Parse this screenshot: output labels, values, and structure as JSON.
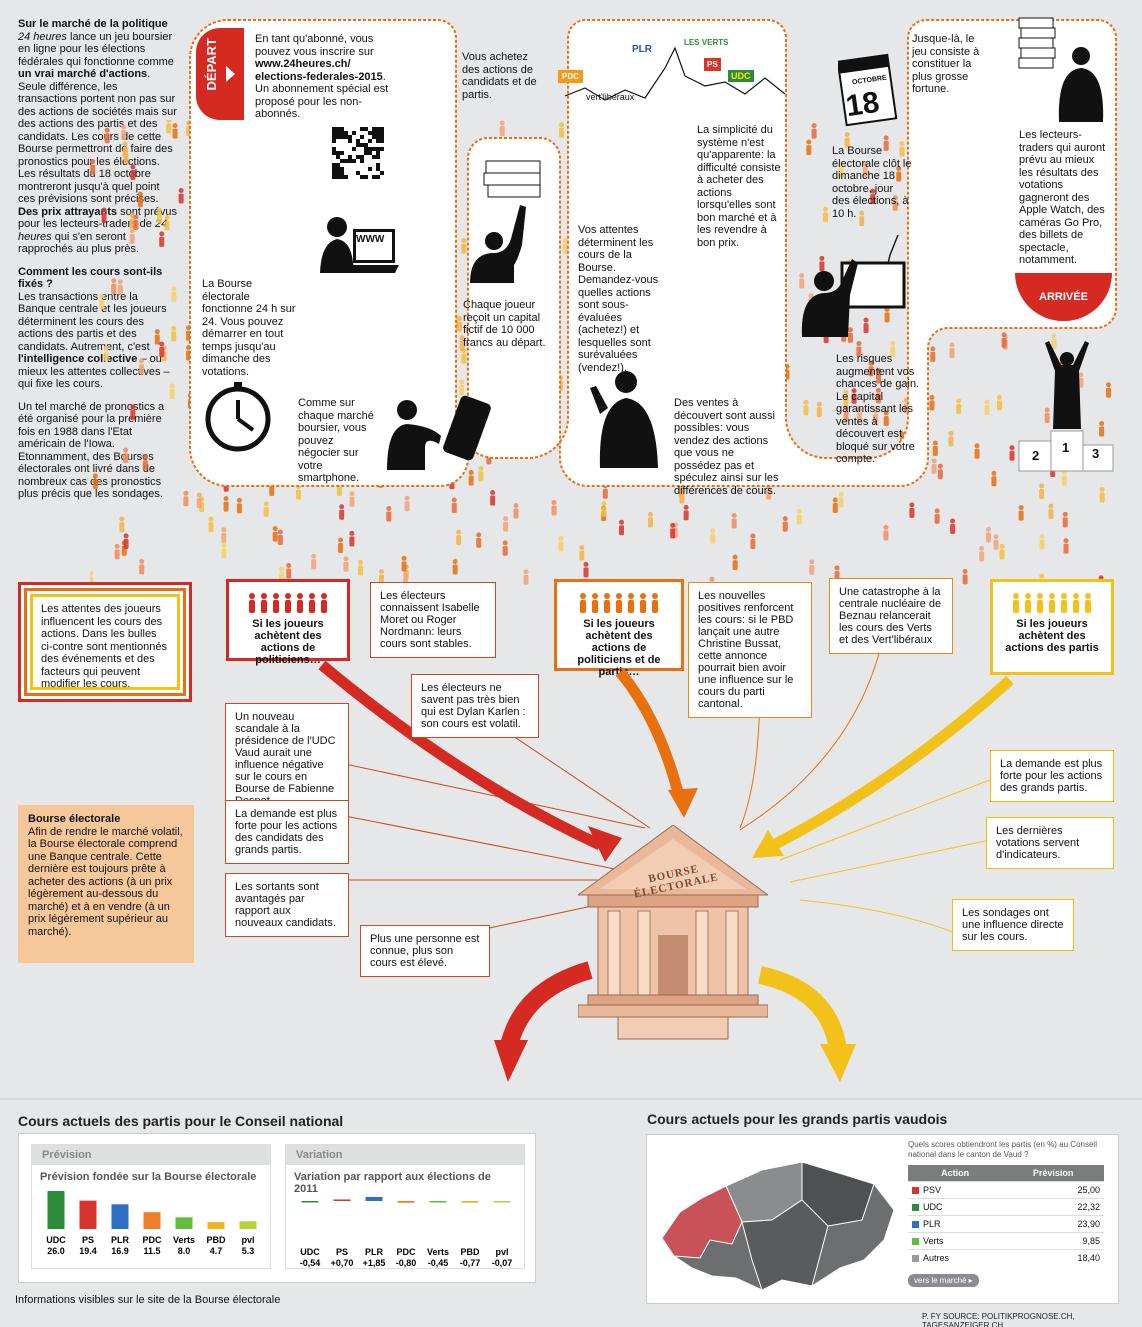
{
  "intro": {
    "heading1": "Sur le marché de la politique",
    "p1_a": "24 heures",
    "p1_b": " lance un jeu boursier en ligne pour les élections fédérales qui fonctionne comme ",
    "p1_c": "un vrai marché d'actions",
    "p1_d": ". Seule différence, les transactions portent non pas sur des actions de sociétés mais sur des actions des partis et des candidats. Les cours de cette Bourse permettront de faire des pronostics pour les élections. Les résultats du 18 octobre montreront jusqu'à quel point ces prévisions sont précises. ",
    "p1_e": "Des prix attrayants",
    "p1_f": " sont prévus pour les lecteurs-traders de ",
    "p1_g": "24 heures",
    "p1_h": " qui s'en seront rapprochés au plus près.",
    "heading2": "Comment les cours sont-ils fixés ?",
    "p2_a": "Les transactions entre la Banque centrale et les joueurs déterminent les cours des actions des partis et des candidats. Autrement, c'est ",
    "p2_b": "l'intelligence collective",
    "p2_c": " – ou mieux les attentes collectives – qui fixe les cours.",
    "p3": "Un tel marché de pronostics a été organisé pour la première fois en 1988 dans l'Etat américain de l'Iowa. Etonnamment, des Bourses électorales ont livré dans de nombreux cas des pronostics plus précis que les sondages."
  },
  "track": {
    "depart": "DÉPART",
    "arrivee": "ARRIVÉE",
    "step1_a": "En tant qu'abonné, vous pouvez vous inscrire sur ",
    "step1_b": "www.24heures.ch/ elections-federales-2015",
    "step1_c": ". Un abonnement spécial est proposé pour les non-abonnés.",
    "step2": "La Bourse électorale fonctionne 24 h sur 24. Vous pouvez démarrer en tout temps jusqu'au dimanche des votations.",
    "step3": "Comme sur chaque marché boursier, vous pouvez négocier sur votre smartphone.",
    "step4": "Vous achetez des actions de candidats et de partis.",
    "step5": "Chaque joueur reçoit un capital fictif de 10 000 francs au départ.",
    "step6": "Vos attentes déterminent les cours de la Bourse. Demandez-vous quelles actions sont sous-évaluées (achetez!) et lesquelles sont surévaluées (vendez!).",
    "step7": "La simplicité du système n'est qu'apparente: la difficulté consiste à acheter des actions lorsqu'elles sont bon marché et à les revendre à bon prix.",
    "step8": "Des ventes à découvert sont aussi possibles: vous vendez des actions que vous ne possédez pas et spéculez ainsi sur les différences de cours.",
    "step9": "La Bourse électorale clôt le dimanche 18 octobre, jour des élections, à 10 h.",
    "step10": "Les risques augmentent vos chances de gain. Le capital garantissant les ventes à découvert est bloqué sur votre compte.",
    "step11": "Jusque-là, le jeu consiste à constituer la plus grosse fortune.",
    "step12": "Les lecteurs-traders qui auront prévu au mieux les résultats des votations gagneront des Apple Watch, des caméras Go Pro, des billets de spectacle, notamment.",
    "www_label": "WWW",
    "calendar_month": "OCTOBRE",
    "calendar_day": "18",
    "podium": [
      "2",
      "1",
      "3"
    ],
    "party_logos": [
      "PDC",
      "vert'libéraux",
      "PLR",
      "LES VERTS",
      "PS",
      "UDC"
    ]
  },
  "legend_box": "Les attentes des joueurs influencent les cours des actions. Dans les bulles ci-contre sont mentionnés des événements et des facteurs qui peuvent modifier les cours.",
  "keys": {
    "red": "Si les joueurs achètent des actions de politiciens…",
    "orange": "Si les joueurs achètent des actions de politiciens et de partis…",
    "yellow": "Si les joueurs achètent des actions des partis"
  },
  "bubbles": {
    "b1": "Les électeurs connaissent Isabelle Moret ou Roger Nordmann: leurs cours sont stables.",
    "b2": "Les électeurs ne savent pas très bien qui est Dylan Karlen : son cours est volatil.",
    "b3": "Un nouveau scandale à la présidence de l'UDC Vaud aurait une influence négative sur le cours en Bourse de Fabienne Despot.",
    "b4": "La demande est plus forte pour les actions des candidats des grands partis.",
    "b5": "Les sortants sont avantagés par rapport aux nouveaux candidats.",
    "b6": "Plus une personne est connue, plus son cours est élevé.",
    "b7": "Les nouvelles positives renforcent les cours: si le PBD lançait une autre Christine Bussat, cette annonce pourrait bien avoir une influence sur le cours du parti cantonal.",
    "b8": "Une catastrophe à la centrale nucléaire de Beznau relancerait les cours des Verts et des Vert'libéraux",
    "b9": "La demande est plus forte pour les actions des grands partis.",
    "b10": "Les dernières votations servent d'indicateurs.",
    "b11": "Les sondages ont une influence directe sur les cours."
  },
  "bourse_box": {
    "title": "Bourse électorale",
    "text": "Afin de rendre le marché volatil, la Bourse électorale comprend une Banque centrale. Cette dernière est toujours prête à acheter des actions (à un prix légèrement au-dessous du marché) et à en vendre (à un prix légèrement supérieur au marché)."
  },
  "building_label": "BOURSE ÉLECTORALE",
  "bottom_left": {
    "title": "Cours actuels des partis pour le Conseil national",
    "footer": "Informations visibles sur le site de la Bourse électorale",
    "prevision": {
      "tab": "Prévision",
      "subtitle": "Prévision fondée sur la Bourse électorale"
    },
    "variation": {
      "tab": "Variation",
      "subtitle": "Variation par rapport aux élections de 2011"
    }
  },
  "bottom_right": {
    "title": "Cours actuels pour les grands partis vaudois",
    "question": "Quels scores obtiendront les partis (en %) au Conseil national dans le canton de Vaud ?",
    "col_action": "Action",
    "col_prevision": "Prévision",
    "rows": [
      {
        "name": "PSV",
        "value": "25,00",
        "color": "#d9342b"
      },
      {
        "name": "UDC",
        "value": "22,32",
        "color": "#2e8b3a"
      },
      {
        "name": "PLR",
        "value": "23,90",
        "color": "#2d6fc4"
      },
      {
        "name": "Verts",
        "value": "9,85",
        "color": "#5fbf3c"
      },
      {
        "name": "Autres",
        "value": "18,40",
        "color": "#9a9a9a"
      }
    ],
    "button": "vers le marché ▸"
  },
  "credit": "P. FY SOURCE: POLITIKPROGNOSE.CH, TAGESANZEIGER.CH",
  "chart_data": [
    {
      "type": "bar",
      "title": "Prévision fondée sur la Bourse électorale",
      "categories": [
        "UDC",
        "PS",
        "PLR",
        "PDC",
        "Verts",
        "PBD",
        "pvl"
      ],
      "values": [
        26.0,
        19.4,
        16.9,
        11.5,
        8.0,
        4.7,
        5.3
      ],
      "labels": [
        "26.0",
        "19.4",
        "16.9",
        "11.5",
        "8.0",
        "4.7",
        "5.3"
      ],
      "colors": [
        "#2e8b3a",
        "#d9342b",
        "#2d6fc4",
        "#f07e26",
        "#5fbf3c",
        "#f2b01e",
        "#b7d334"
      ]
    },
    {
      "type": "bar",
      "title": "Variation par rapport aux élections de 2011",
      "categories": [
        "UDC",
        "PS",
        "PLR",
        "PDC",
        "Verts",
        "PBD",
        "pvl"
      ],
      "values": [
        -0.54,
        0.7,
        1.85,
        -0.8,
        -0.45,
        -0.77,
        -0.07
      ],
      "labels": [
        "-0,54",
        "+0,70",
        "+1,85",
        "-0,80",
        "-0,45",
        "-0,77",
        "-0,07"
      ],
      "colors": [
        "#2e8b3a",
        "#d9342b",
        "#2d6fc4",
        "#f07e26",
        "#5fbf3c",
        "#f2b01e",
        "#b7d334"
      ]
    }
  ]
}
